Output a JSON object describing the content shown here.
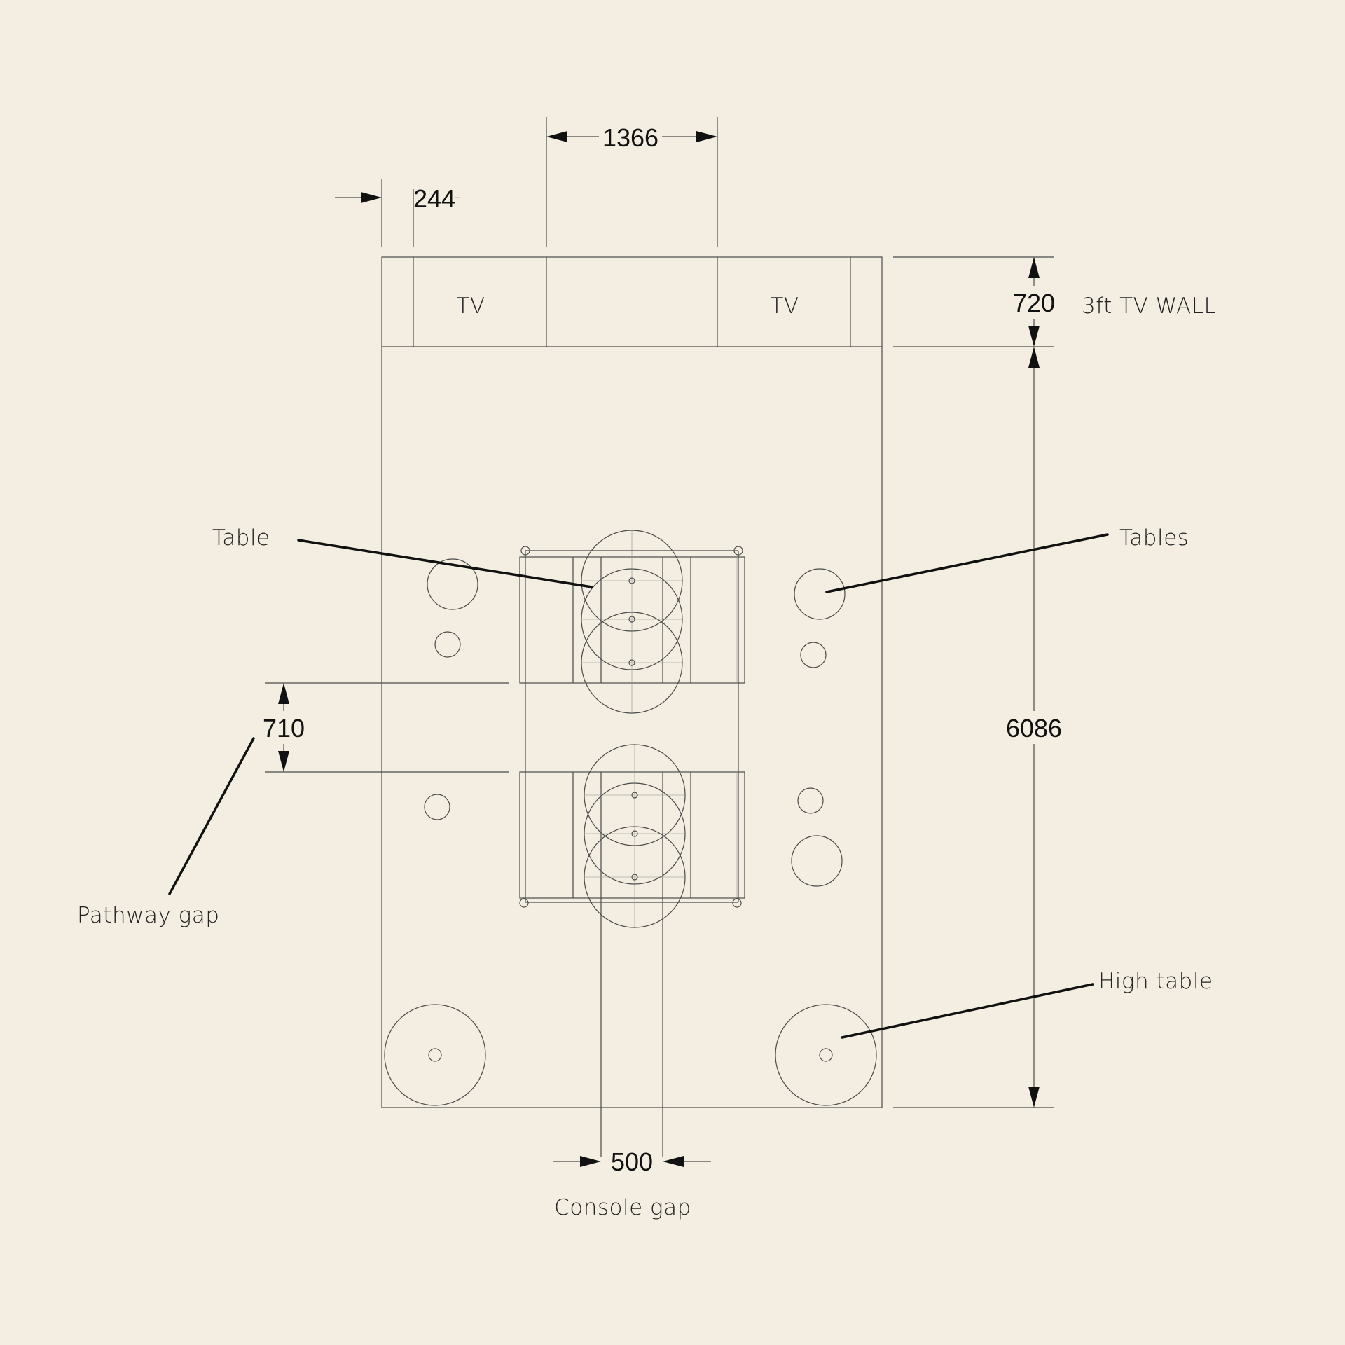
{
  "labels": {
    "tv_left": "TV",
    "tv_right": "TV",
    "tv_wall": "3ft TV WALL",
    "table": "Table",
    "tables": "Tables",
    "high_table": "High table",
    "pathway_gap": "Pathway gap",
    "console_gap": "Console gap"
  },
  "dimensions": {
    "offset": "244",
    "console_width": "1366",
    "wall_depth": "720",
    "room_length": "6086",
    "pathway": "710",
    "console_gap": "500"
  },
  "colors": {
    "background": "#f3eee1",
    "line": "#4a4a4a",
    "ink": "#111111"
  }
}
